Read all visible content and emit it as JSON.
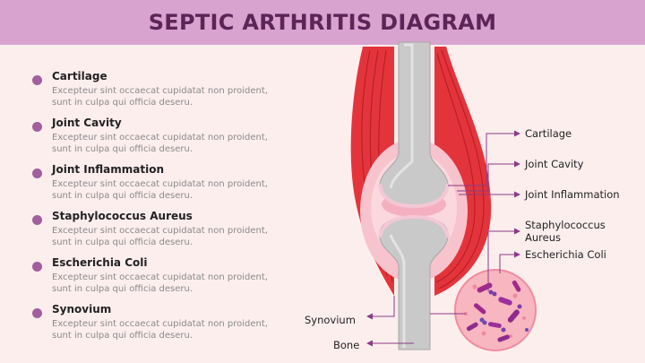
{
  "title": "SEPTIC ARTHRITIS DIAGRAM",
  "items": [
    {
      "title": "Cartilage",
      "desc": "Excepteur sint occaecat cupidatat non proident, sunt in culpa qui officia deseru."
    },
    {
      "title": "Joint Cavity",
      "desc": "Excepteur sint occaecat cupidatat non proident, sunt in culpa qui officia deseru."
    },
    {
      "title": "Joint Inflammation",
      "desc": "Excepteur sint occaecat cupidatat non proident, sunt in culpa qui officia deseru."
    },
    {
      "title": "Staphylococcus Aureus",
      "desc": "Excepteur sint occaecat cupidatat non proident, sunt in culpa qui officia deseru."
    },
    {
      "title": "Escherichia Coli",
      "desc": "Excepteur sint occaecat cupidatat non proident, sunt in culpa qui officia deseru."
    },
    {
      "title": "Synovium",
      "desc": "Excepteur sint occaecat cupidatat non proident, sunt in culpa qui officia deseru."
    }
  ],
  "labels": {
    "cartilage": "Cartilage",
    "joint_cavity": "Joint Cavity",
    "joint_inflammation": "Joint Inflammation",
    "staph_line1": "Staphylococcus",
    "staph_line2": "Aureus",
    "ecoli": "Escherichia Coli",
    "synovium": "Synovium",
    "bone": "Bone"
  },
  "colors": {
    "header": "#d9a3cf",
    "title": "#5c2557",
    "bullet": "#a15f9e",
    "muscle": "#e4343b",
    "bone": "#c9c9c9",
    "leader_line": "#8b3a86"
  }
}
